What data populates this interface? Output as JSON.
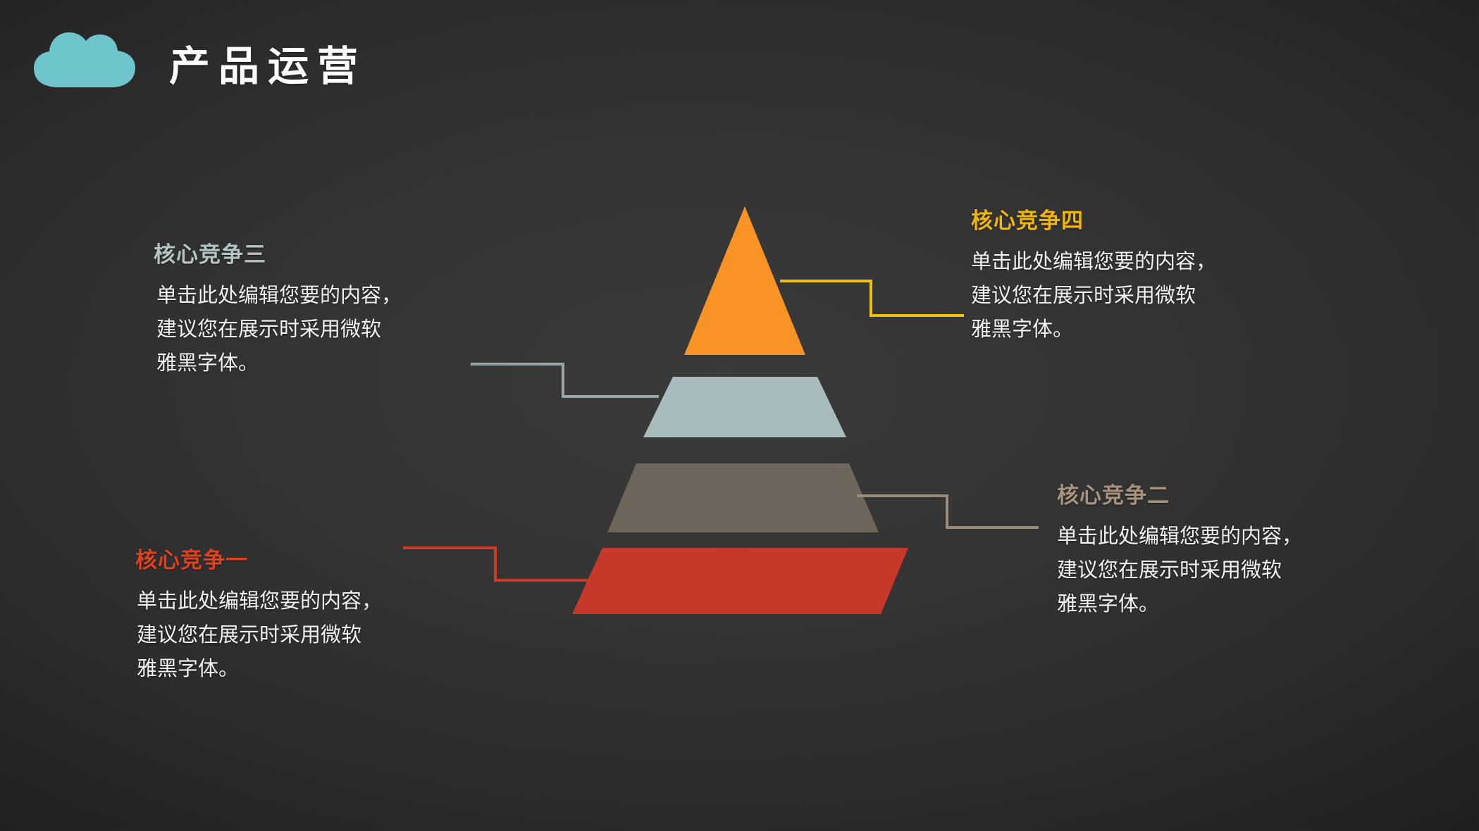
{
  "header": {
    "title": "产品运营",
    "logo_icon": "cloud-icon",
    "logo_color": "#6ec6cc"
  },
  "palette": {
    "background_dark": "#2e2e2e",
    "background_center": "#3a3a3a",
    "tier_top": "#fb9426",
    "tier_second": "#aabdbe",
    "tier_third": "#6e665a",
    "tier_bottom": "#c7392a",
    "connector_yellow": "#f2c20a",
    "connector_bluegray": "#96aaab",
    "connector_taupe": "#9b8b77",
    "connector_red": "#d33b23",
    "body_text": "#f3f3f3"
  },
  "pyramid": {
    "name": "four-tier-pyramid",
    "tiers": [
      {
        "id": "tier-1-top",
        "label": "核心竞争四",
        "color": "#fb9426",
        "shape": "triangle"
      },
      {
        "id": "tier-2",
        "label": "核心竞争三",
        "color": "#aabdbe",
        "shape": "trapezoid"
      },
      {
        "id": "tier-3",
        "label": "核心竞争二",
        "color": "#6e665a",
        "shape": "trapezoid"
      },
      {
        "id": "tier-4-bottom",
        "label": "核心竞争一",
        "color": "#c7392a",
        "shape": "trapezoid"
      }
    ]
  },
  "blocks": {
    "three": {
      "title": "核心竞争三",
      "title_color": "#b5c5c5",
      "body_lines": [
        "单击此处编辑您要的内容，",
        "建议您在展示时采用微软",
        "雅黑字体。"
      ],
      "connector_color": "#96aaab"
    },
    "four": {
      "title": "核心竞争四",
      "title_color": "#f2b705",
      "body_lines": [
        "单击此处编辑您要的内容，",
        "建议您在展示时采用微软",
        "雅黑字体。"
      ],
      "connector_color": "#f2c20a"
    },
    "two": {
      "title": "核心竞争二",
      "title_color": "#a8947c",
      "body_lines": [
        "单击此处编辑您要的内容，",
        "建议您在展示时采用微软",
        "雅黑字体。"
      ],
      "connector_color": "#9b8b77"
    },
    "one": {
      "title": "核心竞争一",
      "title_color": "#e0421f",
      "body_lines": [
        "单击此处编辑您要的内容，",
        "建议您在展示时采用微软",
        "雅黑字体。"
      ],
      "connector_color": "#d33b23"
    }
  }
}
